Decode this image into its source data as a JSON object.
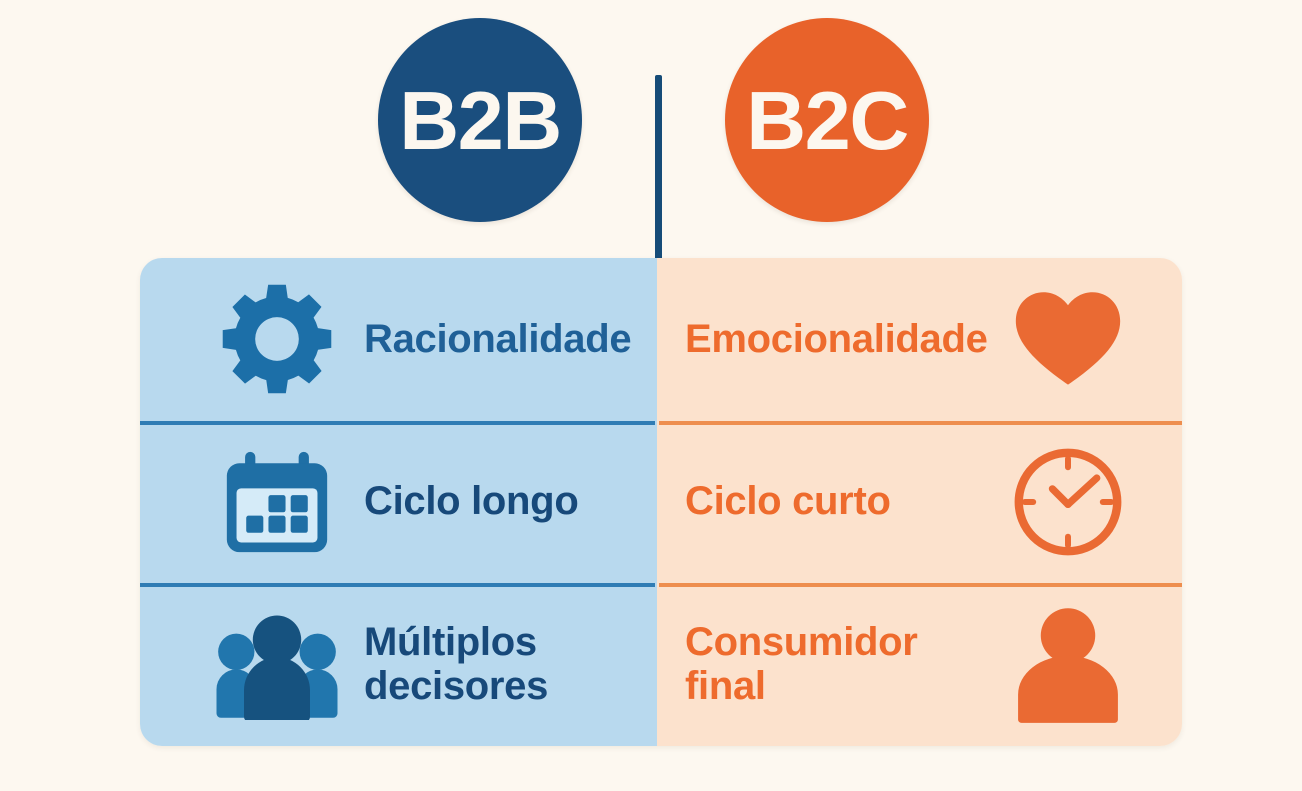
{
  "theme": {
    "background": "#fdf8f0",
    "b2b_color": "#1a4e7e",
    "b2c_color": "#e8622a",
    "b2b_panel_bg": "#b8d9ee",
    "b2c_panel_bg": "#fce2cd",
    "b2b_text": "#1f6097",
    "b2b_text_dark": "#17497a",
    "b2c_text": "#ee6b2d",
    "divider": "#164c78",
    "row_rule_left": "#2f7cb4",
    "row_rule_right": "#ee8e4e"
  },
  "headers": {
    "left": "B2B",
    "right": "B2C"
  },
  "rows": [
    {
      "left": {
        "label": "Racionalidade",
        "icon": "gear-icon"
      },
      "right": {
        "label": "Emocionalidade",
        "icon": "heart-icon"
      }
    },
    {
      "left": {
        "label": "Ciclo longo",
        "icon": "calendar-icon"
      },
      "right": {
        "label": "Ciclo curto",
        "icon": "clock-icon"
      }
    },
    {
      "left": {
        "label": "Múltiplos decisores",
        "icon": "people-group-icon"
      },
      "right": {
        "label": "Consumidor final",
        "icon": "single-person-icon"
      }
    }
  ]
}
